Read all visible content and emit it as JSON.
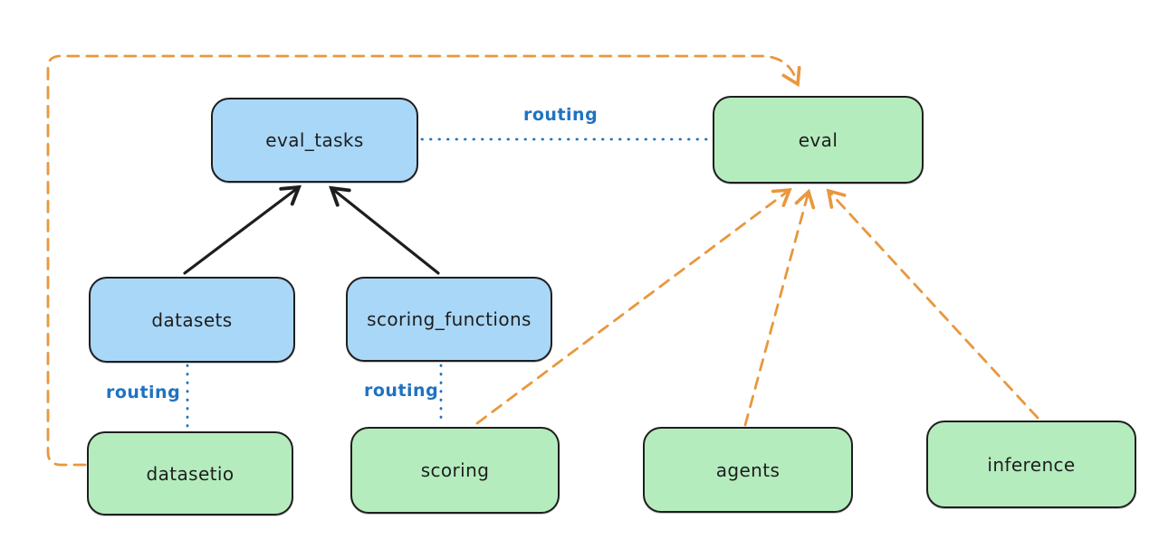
{
  "diagram": {
    "style": "excalidraw-hand-drawn",
    "background": "#ffffff"
  },
  "colors": {
    "node_stroke": "#1e1e1e",
    "blue_node_fill": "#a9d7f7",
    "green_node_fill": "#b5ecbe",
    "routing_edge_blue": "#1f72c1",
    "provider_edge_orange": "#e9973d",
    "dependency_edge_black": "#1e1e1e"
  },
  "nodes": {
    "eval_tasks": {
      "label": "eval_tasks",
      "color": "blue"
    },
    "eval": {
      "label": "eval",
      "color": "green"
    },
    "datasets": {
      "label": "datasets",
      "color": "blue"
    },
    "scoring_functions": {
      "label": "scoring_functions",
      "color": "blue"
    },
    "datasetio": {
      "label": "datasetio",
      "color": "green"
    },
    "scoring": {
      "label": "scoring",
      "color": "green"
    },
    "agents": {
      "label": "agents",
      "color": "green"
    },
    "inference": {
      "label": "inference",
      "color": "green"
    }
  },
  "edge_labels": {
    "routing_eval_tasks_to_eval": "routing",
    "routing_datasets_to_datasetio": "routing",
    "routing_scoring_functions_to_scoring": "routing"
  },
  "edges": [
    {
      "from": "datasets",
      "to": "eval_tasks",
      "style": "solid-black-arrow"
    },
    {
      "from": "scoring_functions",
      "to": "eval_tasks",
      "style": "solid-black-arrow"
    },
    {
      "from": "eval_tasks",
      "to": "eval",
      "style": "dotted-blue",
      "label": "routing"
    },
    {
      "from": "datasets",
      "to": "datasetio",
      "style": "dotted-blue",
      "label": "routing"
    },
    {
      "from": "scoring_functions",
      "to": "scoring",
      "style": "dotted-blue",
      "label": "routing"
    },
    {
      "from": "datasetio",
      "to": "eval",
      "style": "dashed-orange-arrow",
      "route": "left-and-over-top"
    },
    {
      "from": "scoring",
      "to": "eval",
      "style": "dashed-orange-arrow"
    },
    {
      "from": "agents",
      "to": "eval",
      "style": "dashed-orange-arrow"
    },
    {
      "from": "inference",
      "to": "eval",
      "style": "dashed-orange-arrow"
    }
  ]
}
